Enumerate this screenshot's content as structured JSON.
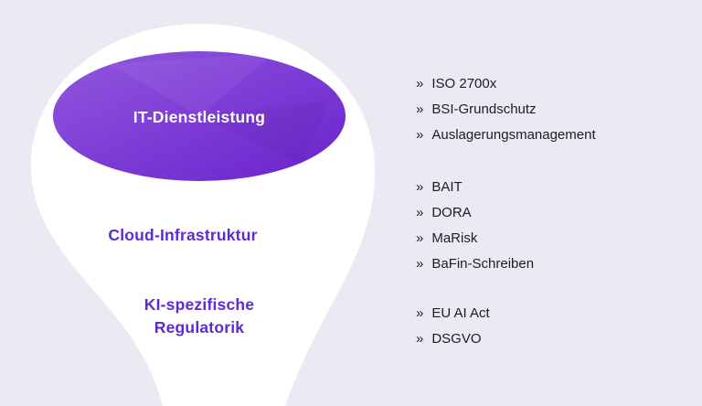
{
  "colors": {
    "background": "#ede9f2",
    "funnel_fill": "#ffffff",
    "ellipse_gradient_start": "#9159dd",
    "ellipse_gradient_mid": "#7e3cd6",
    "ellipse_gradient_end": "#6a22cc",
    "heading_purple": "#5d2bd3",
    "text_dark": "#1d1c26"
  },
  "funnel": {
    "stages": [
      {
        "label": "IT-Dienstleistung"
      },
      {
        "label": "Cloud-Infrastruktur"
      },
      {
        "label": "KI-spezifische Regulatorik"
      }
    ]
  },
  "right_column": {
    "bullet": "»",
    "groups": [
      {
        "items": [
          "ISO 2700x",
          "BSI-Grundschutz",
          "Auslagerungsmanagement"
        ]
      },
      {
        "items": [
          "BAIT",
          "DORA",
          "MaRisk",
          "BaFin-Schreiben"
        ]
      },
      {
        "items": [
          "EU AI Act",
          "DSGVO"
        ]
      }
    ]
  }
}
